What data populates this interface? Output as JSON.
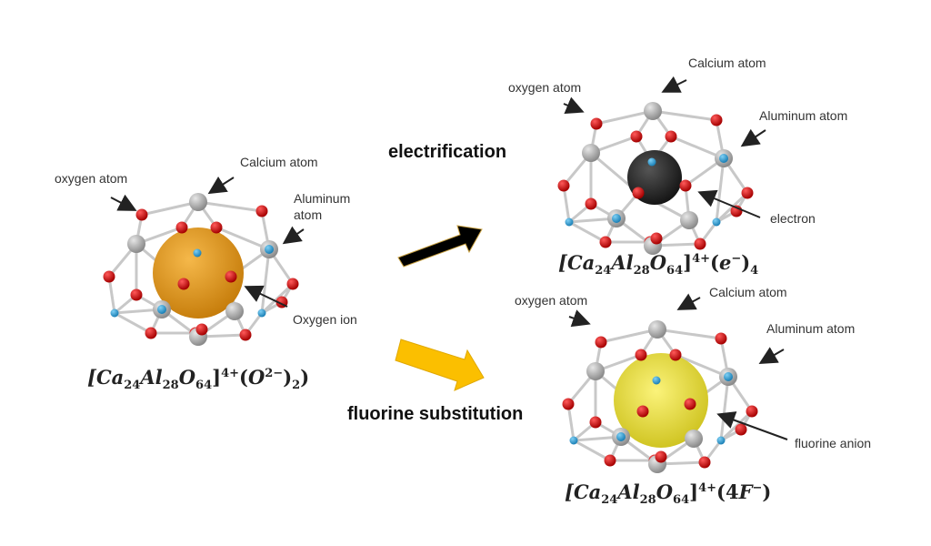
{
  "colors": {
    "oxygen": "#cc1010",
    "aluminum": "#2a9bd1",
    "calcium": "#a9a9a9",
    "bond": "#c8c8c8",
    "oxygen_ion": "#e0950f",
    "electron": "#222222",
    "fluorine_anion": "#e4da2a",
    "arrow_electrification": "#000000",
    "arrow_fluorine": "#fbbf00"
  },
  "process_labels": {
    "electrification": "electrification",
    "fluorine_substitution": "fluorine substitution"
  },
  "structures": [
    {
      "id": "oxide",
      "center_species": "oxygen_ion",
      "labels": {
        "oxygen": "oxygen atom",
        "calcium": "Calcium atom",
        "aluminum_line1": "Aluminum",
        "aluminum_line2": "atom",
        "center": "Oxygen ion"
      },
      "formula": {
        "base": "[Ca24Al28O64]",
        "charge": "4+",
        "guest": "(O2−)2"
      }
    },
    {
      "id": "electride",
      "center_species": "electron",
      "labels": {
        "oxygen": "oxygen atom",
        "calcium": "Calcium atom",
        "aluminum": "Aluminum atom",
        "center": "electron"
      },
      "formula": {
        "base": "[Ca24Al28O64]",
        "charge": "4+",
        "guest": "(e−)4"
      }
    },
    {
      "id": "fluoride",
      "center_species": "fluorine_anion",
      "labels": {
        "oxygen": "oxygen atom",
        "calcium": "Calcium atom",
        "aluminum": "Aluminum atom",
        "center": "fluorine anion"
      },
      "formula": {
        "base": "[Ca24Al28O64]",
        "charge": "4+",
        "guest": "(4F−)"
      }
    }
  ],
  "formula_parts": {
    "ca": "Ca",
    "ca_n": "24",
    "al": "Al",
    "al_n": "28",
    "o": "O",
    "o_n": "64",
    "charge": "4+",
    "g1_open": "(",
    "g1_sym": "O",
    "g1_sup": "2−",
    "g1_close": ")",
    "g1_sub": "2",
    "g2_open": "(",
    "g2_sym": "e",
    "g2_sup": "−",
    "g2_close": ")",
    "g2_sub": "4",
    "g3_text": "(4",
    "g3_sym": "F",
    "g3_sup": "−",
    "g3_close": ")"
  }
}
